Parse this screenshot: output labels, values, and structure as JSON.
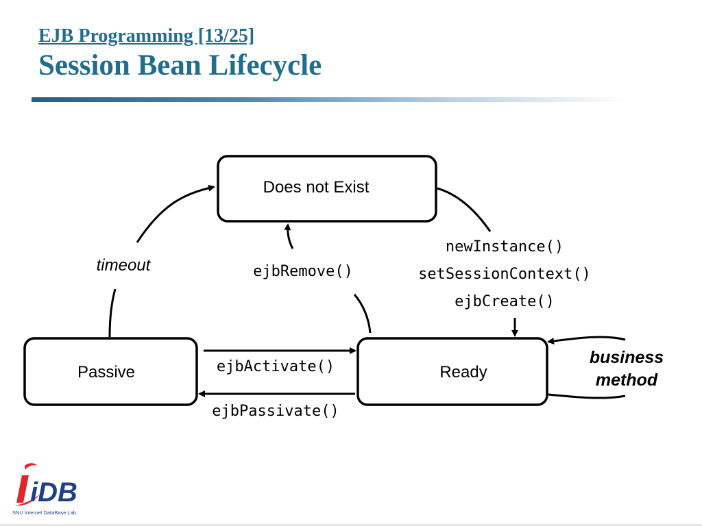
{
  "header": {
    "breadcrumb": "EJB Programming [13/25]",
    "title": "Session Bean Lifecycle"
  },
  "diagram": {
    "states": {
      "does_not_exist": "Does not Exist",
      "passive": "Passive",
      "ready": "Ready"
    },
    "transitions": {
      "timeout": "timeout",
      "ejb_remove": "ejbRemove()",
      "new_instance": "newInstance()",
      "set_session_context": "setSessionContext()",
      "ejb_create": "ejbCreate()",
      "ejb_activate": "ejbActivate()",
      "ejb_passivate": "ejbPassivate()",
      "business_line1": "business",
      "business_line2": "method"
    }
  },
  "logo": {
    "text": "iDB",
    "caption": "SNU Internet DataBase Lab."
  },
  "colors": {
    "title": "#1f6d8f",
    "logo_blue": "#1f3f86",
    "logo_red": "#e0262b"
  }
}
